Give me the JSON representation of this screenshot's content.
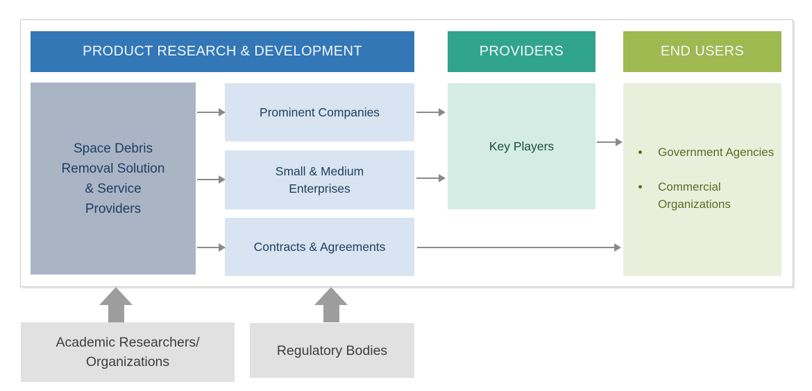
{
  "headers": {
    "rnd": "PRODUCT RESEARCH & DEVELOPMENT",
    "providers": "PROVIDERS",
    "end_users": "END USERS"
  },
  "boxes": {
    "source": "Space Debris\nRemoval Solution\n& Service\nProviders",
    "prominent": "Prominent Companies",
    "sme": "Small & Medium\nEnterprises",
    "contracts": "Contracts & Agreements",
    "key_players": "Key Players",
    "end_user_items": [
      "Government Agencies",
      "Commercial Organizations"
    ]
  },
  "external": {
    "academic": "Academic Researchers/\nOrganizations",
    "regulatory": "Regulatory Bodies"
  },
  "colors": {
    "header_blue": "#3377b7",
    "header_teal": "#31a48e",
    "header_olive": "#9eb950",
    "header_text": "#f2f7fb",
    "box_slate": "#a9b4c5",
    "box_light_blue": "#d8e4f1",
    "box_mint": "#d5ece4",
    "box_light_olive": "#eaefdb",
    "box_gray": "#e1e1e1",
    "text_navy": "#1e3d5f",
    "text_teal": "#1b4a3e",
    "text_olive": "#5c6b25",
    "text_gray": "#3e3e3e",
    "arrow_gray": "#8a8a8a",
    "block_arrow_gray": "#9d9d9d",
    "frame_border": "#cccccc"
  }
}
